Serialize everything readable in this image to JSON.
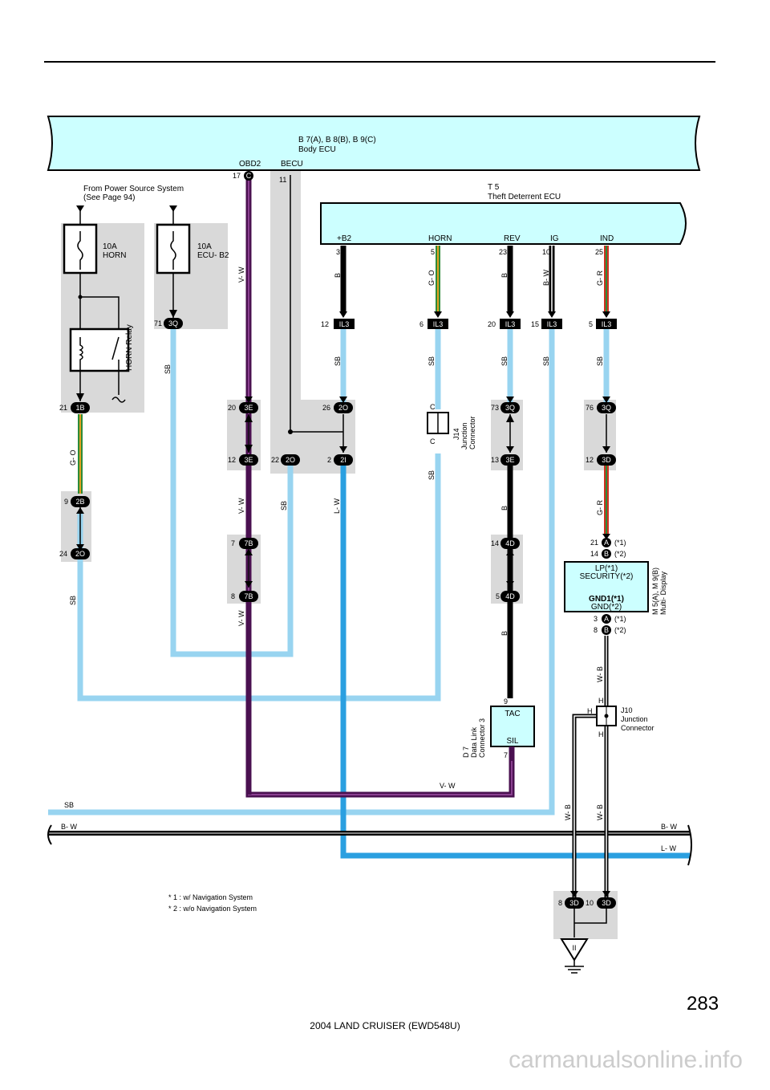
{
  "page": {
    "page_number": "283",
    "footer": "2004 LAND CRUISER (EWD548U)",
    "watermark": "carmanualsonline.info"
  },
  "body_ecu": {
    "title": "B 7(A), B 8(B), B 9(C)",
    "subtitle": "Body ECU",
    "obd2_label": "OBD2",
    "obd2_pin": "17",
    "obd2_conn": "C",
    "becu_label": "BECU",
    "becu_pin": "11"
  },
  "theft_ecu": {
    "title": "T 5",
    "subtitle": "Theft Deterrent ECU",
    "terminals": [
      {
        "name": "+B2",
        "pin": "3",
        "wire": "B"
      },
      {
        "name": "HORN",
        "pin": "5",
        "wire": "G- O"
      },
      {
        "name": "REV",
        "pin": "23",
        "wire": "B"
      },
      {
        "name": "IG",
        "pin": "10",
        "wire": "B- W"
      },
      {
        "name": "IND",
        "pin": "25",
        "wire": "G- R"
      }
    ]
  },
  "power_source": {
    "line1": "From Power Source System",
    "line2": "(See Page 94)"
  },
  "fuses": [
    {
      "amp": "10A",
      "name": "HORN"
    },
    {
      "amp": "10A",
      "name": "ECU- B2"
    }
  ],
  "horn_relay": "HORN Relay",
  "connectors": {
    "c1B": {
      "pin": "21",
      "id": "1B"
    },
    "c2B": {
      "pin": "9",
      "id": "2B"
    },
    "c2Oa": {
      "pin": "24",
      "id": "2O"
    },
    "c3Q71": {
      "pin": "71",
      "id": "3Q"
    },
    "c3E20": {
      "pin": "20",
      "id": "3E"
    },
    "c3E12": {
      "pin": "12",
      "id": "3E"
    },
    "c7B7": {
      "pin": "7",
      "id": "7B"
    },
    "c7B8": {
      "pin": "8",
      "id": "7B"
    },
    "c2O22": {
      "pin": "22",
      "id": "2O"
    },
    "c2O26": {
      "pin": "26",
      "id": "2O"
    },
    "c2I2": {
      "pin": "2",
      "id": "2I"
    },
    "il3_12": {
      "pin": "12",
      "id": "IL3"
    },
    "il3_6": {
      "pin": "6",
      "id": "IL3"
    },
    "il3_20": {
      "pin": "20",
      "id": "IL3"
    },
    "il3_15": {
      "pin": "15",
      "id": "IL3"
    },
    "il3_5": {
      "pin": "5",
      "id": "IL3"
    },
    "c3Q73": {
      "pin": "73",
      "id": "3Q"
    },
    "c3E13": {
      "pin": "13",
      "id": "3E"
    },
    "c4D14": {
      "pin": "14",
      "id": "4D"
    },
    "c4D5": {
      "pin": "5",
      "id": "4D"
    },
    "c3Q76": {
      "pin": "76",
      "id": "3Q"
    },
    "c3D12": {
      "pin": "12",
      "id": "3D"
    },
    "c3D8": {
      "pin": "8",
      "id": "3D"
    },
    "c3D10": {
      "pin": "10",
      "id": "3D"
    }
  },
  "j14": {
    "pin": "C",
    "line1": "J14",
    "line2": "Junction",
    "line3": "Connector"
  },
  "j10": {
    "pin": "H",
    "line1": "J10",
    "line2": "Junction",
    "line3": "Connector"
  },
  "dlc": {
    "top": "TAC",
    "bottom": "SIL",
    "pin_top": "9",
    "pin_bottom": "7",
    "line1": "D 7",
    "line2": "Data Link",
    "line3": "Connector 3"
  },
  "multi_display": {
    "id": "M 5(A), M 9(B)",
    "name": "Multi- Display",
    "lp": "LP(*1)",
    "security": "SECURITY(*2)",
    "gnd1": "GND1(*1)",
    "gnd2": "GND(*2)",
    "pinA21": "21",
    "pinB14": "14",
    "pinA3": "3",
    "pinB8": "8",
    "connA": "A",
    "connB": "B",
    "note1": "(*1)",
    "note2": "(*2)"
  },
  "wires": {
    "sb": "SB",
    "vw": "V- W",
    "lw": "L- W",
    "b": "B",
    "gr": "G- R",
    "go": "G- O",
    "wb": "W- B",
    "bw": "B- W"
  },
  "ground": "II",
  "notes": [
    "* 1 : w/ Navigation System",
    "* 2 : w/o Navigation System"
  ],
  "colors": {
    "sb": "#98d4f0",
    "lw": "#2a9fe0",
    "vw_purple": "#4a1050",
    "panel": "#ccffff",
    "shade": "#d9d9d9",
    "go_green": "#2e8b3a",
    "go_orange": "#e0a020",
    "gr_red": "#d03020"
  }
}
